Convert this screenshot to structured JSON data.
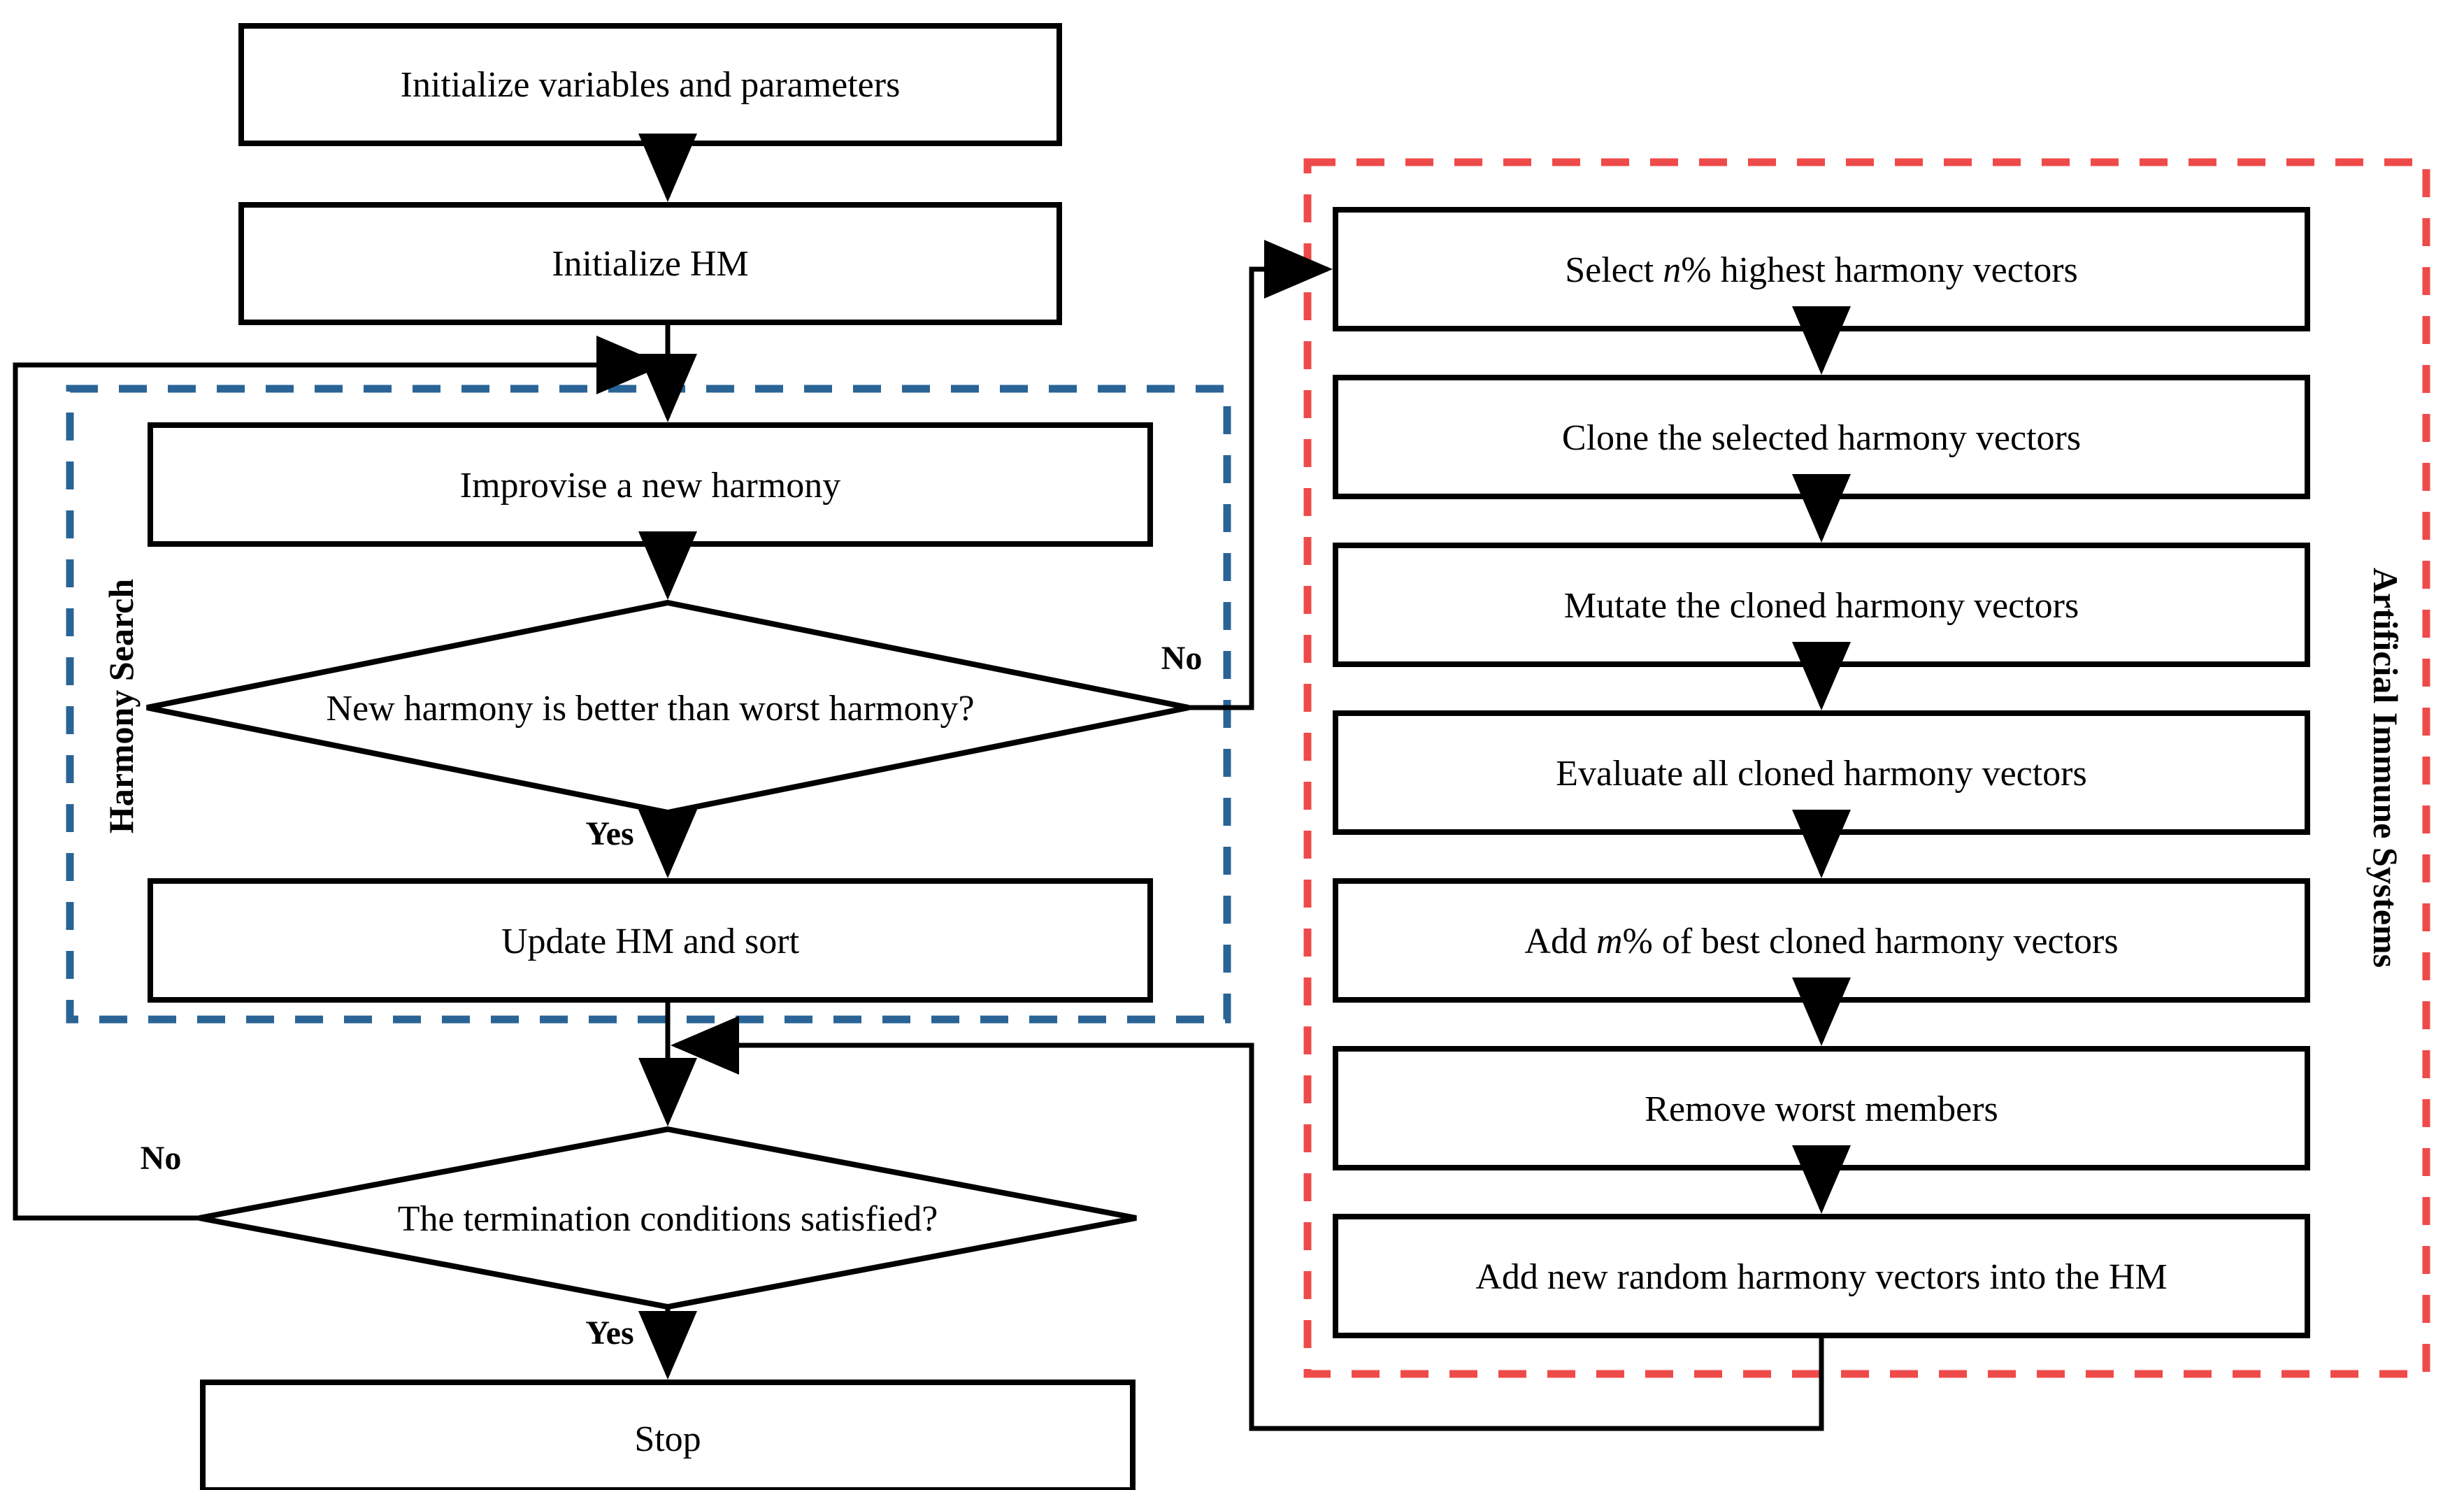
{
  "diagram": {
    "title": "Hybrid Harmony Search / Artificial Immune Systems flowchart",
    "colors": {
      "stroke": "#000000",
      "background": "#ffffff",
      "harmony_search_border": "#2a6496",
      "artificial_immune_border": "#ef4a4a"
    },
    "groups": [
      {
        "id": "harmony-search",
        "label": "Harmony Search",
        "border_color": "#2a6496",
        "border_style": "dashed",
        "orientation": "vertical-bottom-to-top"
      },
      {
        "id": "artificial-immune-systems",
        "label": "Artificial Immune Systems",
        "border_color": "#ef4a4a",
        "border_style": "dashed",
        "orientation": "vertical-top-to-bottom"
      }
    ],
    "left_column": {
      "nodes": [
        {
          "id": "init-vars",
          "shape": "process",
          "label": "Initialize variables and parameters"
        },
        {
          "id": "init-hm",
          "shape": "process",
          "label": "Initialize HM"
        },
        {
          "id": "improvise",
          "shape": "process",
          "label": "Improvise a new harmony"
        },
        {
          "id": "better-decision",
          "shape": "decision",
          "label": "New harmony is better than worst harmony?"
        },
        {
          "id": "update-hm",
          "shape": "process",
          "label": "Update HM and sort"
        },
        {
          "id": "termination-decision",
          "shape": "decision",
          "label": "The termination conditions satisfied?"
        },
        {
          "id": "stop",
          "shape": "process",
          "label": "Stop"
        }
      ]
    },
    "right_column": {
      "nodes": [
        {
          "id": "select-n",
          "shape": "process",
          "label_pre": "Select ",
          "label_italic": "n",
          "label_post": "% highest harmony vectors"
        },
        {
          "id": "clone",
          "shape": "process",
          "label": "Clone the selected harmony vectors"
        },
        {
          "id": "mutate",
          "shape": "process",
          "label": "Mutate the cloned harmony vectors"
        },
        {
          "id": "evaluate",
          "shape": "process",
          "label": "Evaluate all cloned harmony vectors"
        },
        {
          "id": "add-m",
          "shape": "process",
          "label_pre": "Add ",
          "label_italic": "m",
          "label_post": "% of best cloned harmony vectors"
        },
        {
          "id": "remove-worst",
          "shape": "process",
          "label": "Remove worst members"
        },
        {
          "id": "add-random",
          "shape": "process",
          "label": "Add new random harmony vectors into the HM"
        }
      ]
    },
    "edge_labels": {
      "better_no": "No",
      "better_yes": "Yes",
      "termination_no": "No",
      "termination_yes": "Yes"
    }
  }
}
